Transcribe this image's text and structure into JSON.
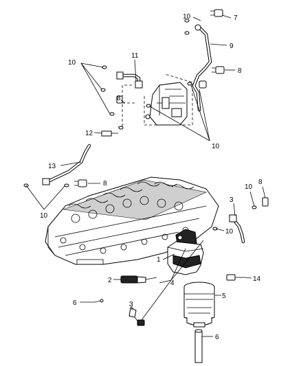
{
  "diagram": {
    "callouts": [
      "1",
      "2",
      "3",
      "3",
      "4",
      "5",
      "6",
      "7",
      "8",
      "8",
      "8",
      "8",
      "9",
      "10",
      "10",
      "10",
      "10",
      "10",
      "10",
      "11",
      "12",
      "13",
      "14"
    ]
  }
}
